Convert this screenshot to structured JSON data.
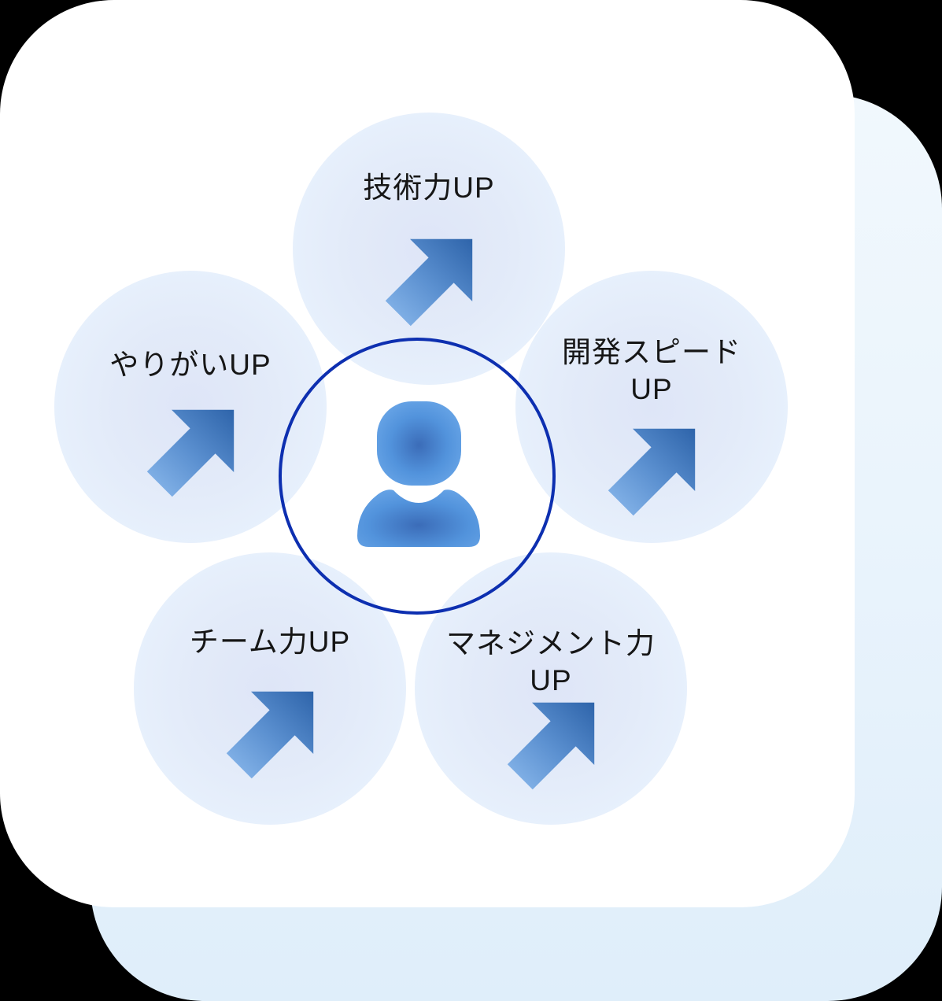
{
  "diagram": {
    "title": "employee-growth-diagram",
    "center": {
      "icon": "person"
    },
    "nodes": [
      {
        "id": "top",
        "line1": "技術力UP",
        "line2": ""
      },
      {
        "id": "left",
        "line1": "やりがいUP",
        "line2": ""
      },
      {
        "id": "right",
        "line1": "開発スピード",
        "line2": "UP"
      },
      {
        "id": "bottom-left",
        "line1": "チーム力UP",
        "line2": ""
      },
      {
        "id": "bottom-right",
        "line1": "マネジメント力",
        "line2": "UP"
      }
    ],
    "colors": {
      "ring": "#0d2fb0",
      "arrow_light": "#8cbaed",
      "arrow_mid": "#5b90d0",
      "arrow_dark": "#2e64aa",
      "person_center": "#3b6cb8",
      "person_edge": "#6ba7e8",
      "bubble_center": "#dee5f7",
      "bubble_edge": "#e7f1fc",
      "back_card": "#e3f0fb",
      "front_card": "#ffffff",
      "text": "#161616"
    }
  }
}
